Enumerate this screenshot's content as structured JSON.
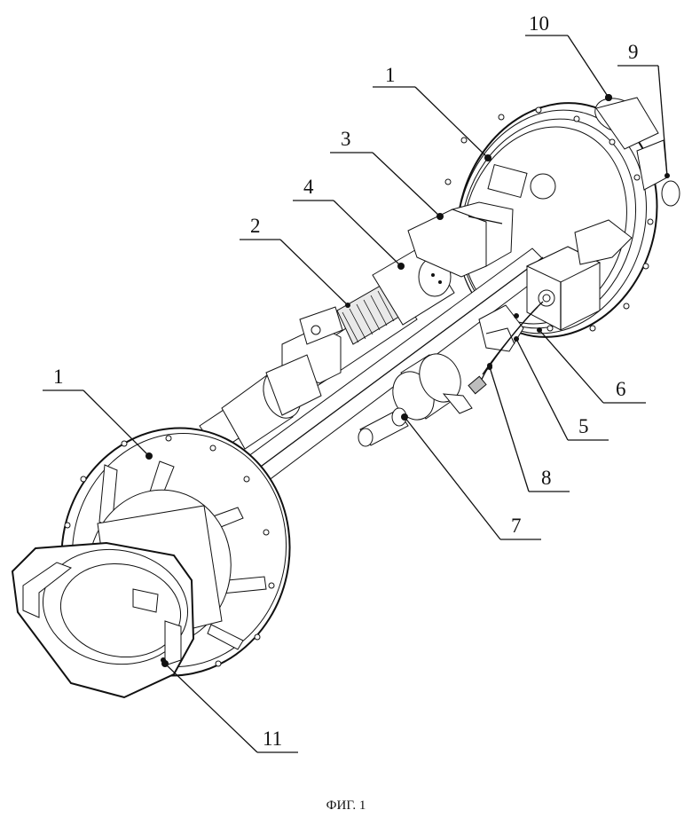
{
  "figure": {
    "caption": "ФИГ. 1",
    "callouts": [
      {
        "id": "c1a",
        "text": "1"
      },
      {
        "id": "c1b",
        "text": "1"
      },
      {
        "id": "c2",
        "text": "2"
      },
      {
        "id": "c3",
        "text": "3"
      },
      {
        "id": "c4",
        "text": "4"
      },
      {
        "id": "c5",
        "text": "5"
      },
      {
        "id": "c6",
        "text": "6"
      },
      {
        "id": "c7",
        "text": "7"
      },
      {
        "id": "c8",
        "text": "8"
      },
      {
        "id": "c9",
        "text": "9"
      },
      {
        "id": "c10",
        "text": "10"
      },
      {
        "id": "c11",
        "text": "11"
      }
    ]
  }
}
